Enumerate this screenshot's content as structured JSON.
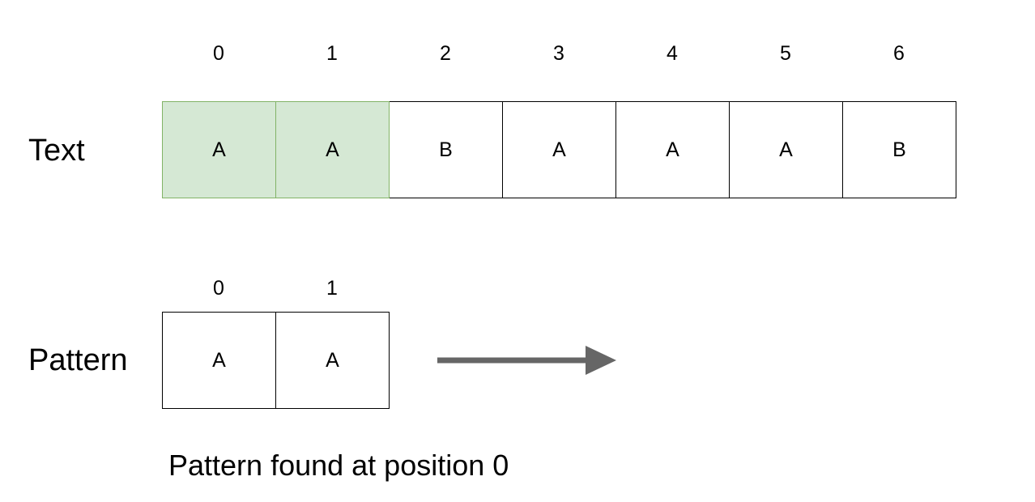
{
  "text": {
    "label": "Text",
    "indices": [
      "0",
      "1",
      "2",
      "3",
      "4",
      "5",
      "6"
    ],
    "cells": [
      {
        "char": "A",
        "matched": true
      },
      {
        "char": "A",
        "matched": true
      },
      {
        "char": "B",
        "matched": false
      },
      {
        "char": "A",
        "matched": false
      },
      {
        "char": "A",
        "matched": false
      },
      {
        "char": "A",
        "matched": false
      },
      {
        "char": "B",
        "matched": false
      }
    ]
  },
  "pattern": {
    "label": "Pattern",
    "indices": [
      "0",
      "1"
    ],
    "cells": [
      {
        "char": "A",
        "matched": false
      },
      {
        "char": "A",
        "matched": false
      }
    ]
  },
  "result": {
    "caption": "Pattern found at position 0"
  },
  "colors": {
    "match_fill": "#d5e8d4",
    "match_border": "#82b366",
    "arrow": "#666666",
    "cell_border": "#000000"
  },
  "icons": {
    "shift_arrow": "right-arrow-icon"
  }
}
